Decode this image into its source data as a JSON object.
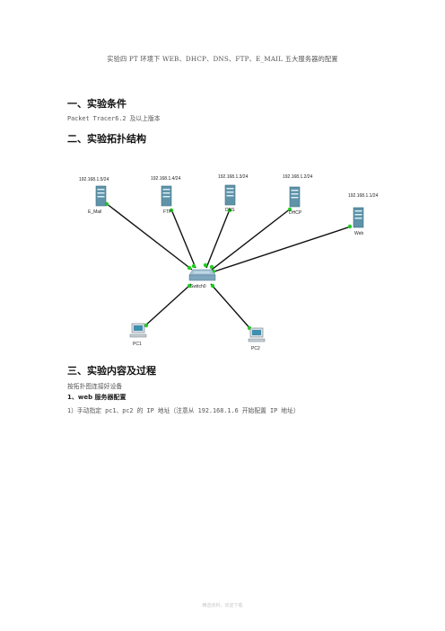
{
  "document": {
    "title": "实验四   PT 环境下 WEB、DHCP、DNS、FTP、E_MAIL 五大服务器的配置",
    "sections": {
      "s1_heading": "一、实验条件",
      "s1_text": "Packet Tracer6.2 及以上版本",
      "s2_heading": "二、实验拓扑结构",
      "s3_heading": "三、实验内容及过程",
      "s3_intro": "按拓扑图连接好设备",
      "s3_sub1": "1、web 服务器配置",
      "s3_step1": "1）手动指定 pc1、pc2 的 IP 地址（注意从 192.168.1.6 开始配置 IP 地址）"
    },
    "footer": "精选资料，欢迎下载"
  },
  "topology": {
    "servers": [
      {
        "name": "E_Mail",
        "ip": "192.168.1.5/24"
      },
      {
        "name": "FTP",
        "ip": "192.168.1.4/24"
      },
      {
        "name": "DNS",
        "ip": "192.168.1.3/24"
      },
      {
        "name": "DHCP",
        "ip": "192.168.1.2/24"
      },
      {
        "name": "Web",
        "ip": "192.168.1.1/24"
      }
    ],
    "switch_label": "Switch0",
    "pcs": [
      {
        "name": "PC1"
      },
      {
        "name": "PC2"
      }
    ],
    "colors": {
      "link": "#111111",
      "port_up": "#22cc22",
      "server_body": "#5f93a8",
      "switch_body": "#7fa6bd",
      "pc_screen": "#3e8fb0"
    }
  }
}
